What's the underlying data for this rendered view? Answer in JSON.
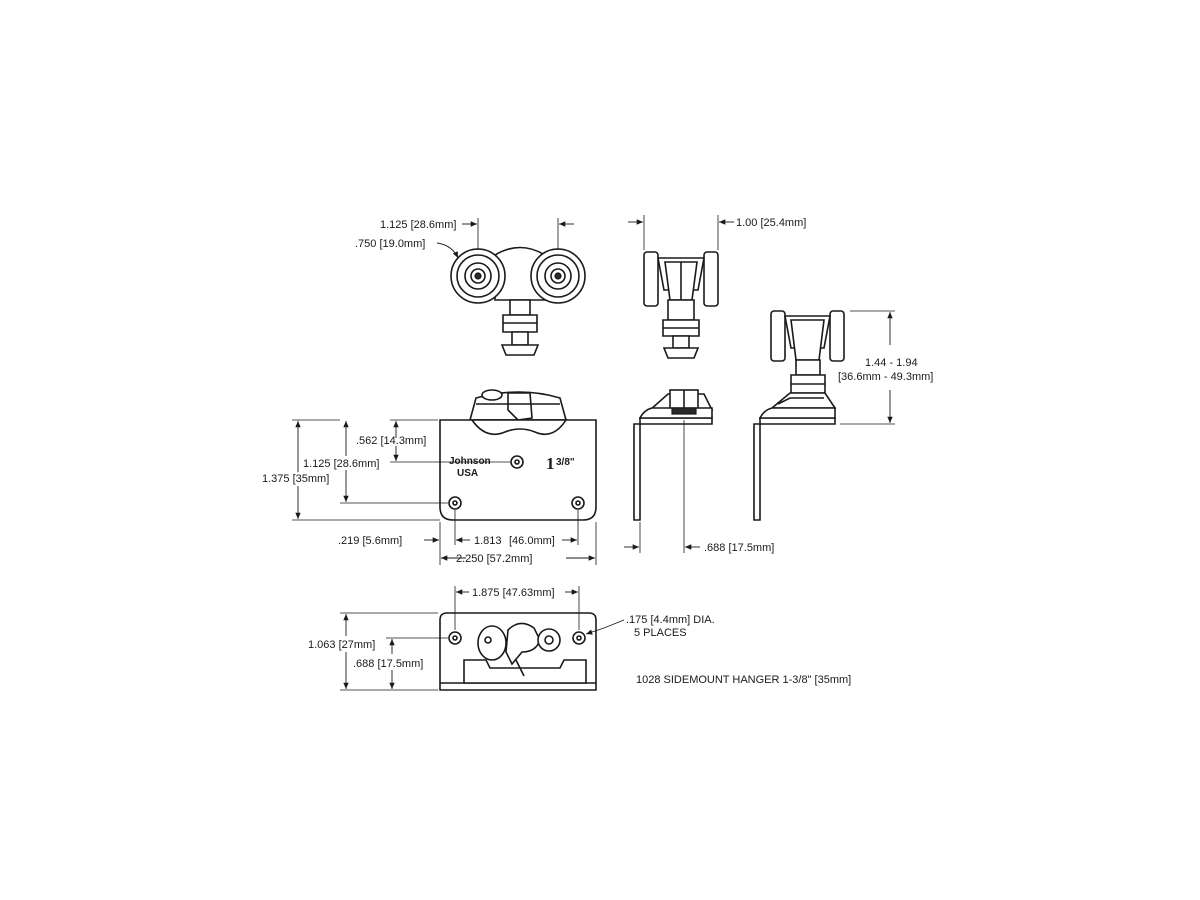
{
  "dimensions": {
    "d_1125_top": "1.125 [28.6mm]",
    "d_750": ".750 [19.0mm]",
    "d_100": "1.00 [25.4mm]",
    "d_height_range_1": "1.44 - 1.94",
    "d_height_range_2": "[36.6mm - 49.3mm]",
    "d_562": ".562 [14.3mm]",
    "d_1125_side": "1.125 [28.6mm]",
    "d_1375": "1.375 [35mm]",
    "d_219": ".219 [5.6mm]",
    "d_1813": "1.813",
    "d_1813_mm": "[46.0mm]",
    "d_2250": "2.250 [57.2mm]",
    "d_688_side": ".688 [17.5mm]",
    "d_1875": "1.875 [47.63mm]",
    "d_175_1": ".175 [4.4mm] DIA.",
    "d_175_2": "5 PLACES",
    "d_1063": "1.063 [27mm]",
    "d_688_bottom": ".688 [17.5mm]"
  },
  "stamp": {
    "brand_line1": "Johnson",
    "brand_line2": "USA",
    "size_whole": "1",
    "size_frac": "3/8\""
  },
  "caption": "1028 SIDEMOUNT HANGER 1-3/8\" [35mm]"
}
